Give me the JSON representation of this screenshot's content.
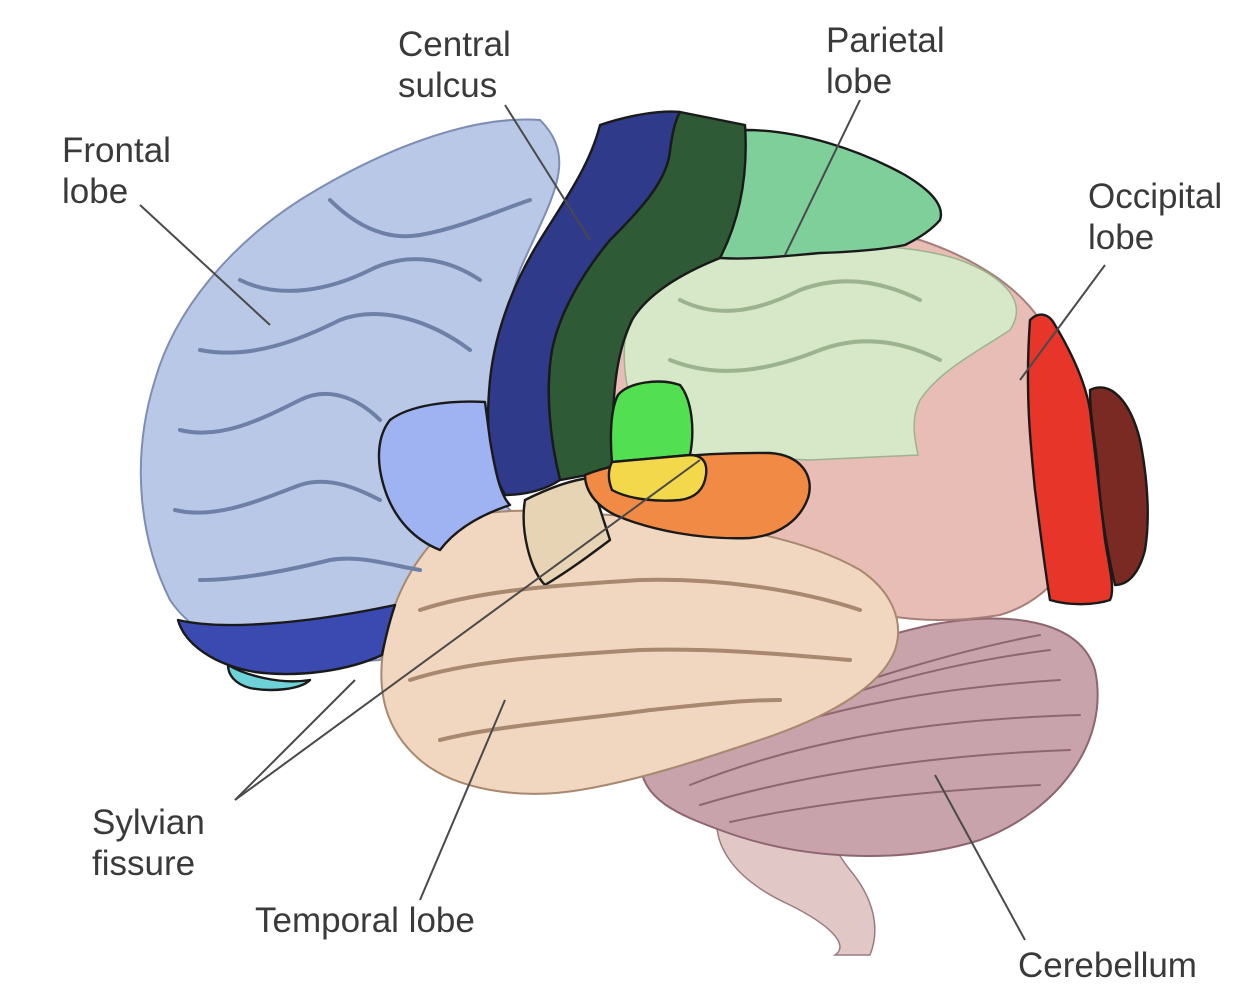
{
  "labels": {
    "central_sulcus": {
      "line1": "Central",
      "line2": "sulcus"
    },
    "parietal_lobe": {
      "line1": "Parietal",
      "line2": "lobe"
    },
    "frontal_lobe": {
      "line1": "Frontal",
      "line2": "lobe"
    },
    "occipital_lobe": {
      "line1": "Occipital",
      "line2": "lobe"
    },
    "sylvian_fissure": {
      "line1": "Sylvian",
      "line2": "fissure"
    },
    "temporal_lobe": {
      "text": "Temporal lobe"
    },
    "cerebellum": {
      "text": "Cerebellum"
    }
  },
  "colors": {
    "frontal": "#b9c8e6",
    "premotor_orbital": "#3b4ab0",
    "broca": "#9fb3f2",
    "motor_cortex": "#2f3a8a",
    "somatosensory": "#2f5a36",
    "parietal_superior": "#7fcf9a",
    "parietal_inferior": "#d6e8c8",
    "wernicke_green": "#52e052",
    "angular_yellow": "#f2d84a",
    "auditory_orange": "#f08a45",
    "insula_tan": "#e6d4b4",
    "temporal": "#f1d6c0",
    "occipital_pink": "#dc9a96",
    "visual_red": "#e8352a",
    "visual_dark": "#7a2a22",
    "cerebellum": "#c9a3ab",
    "orbital_cyan": "#6dd3d8"
  }
}
